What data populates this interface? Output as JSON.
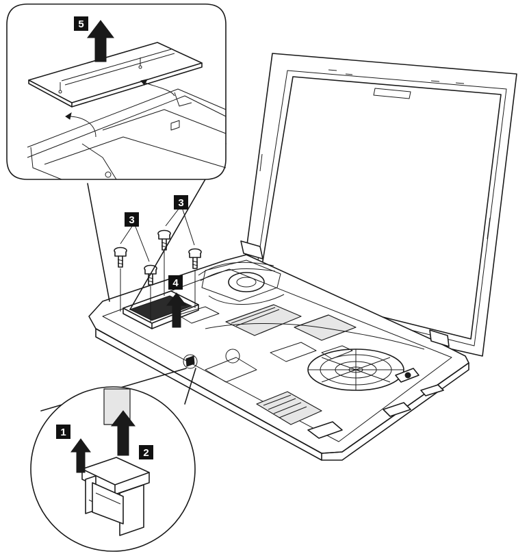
{
  "steps": {
    "step1": "1",
    "step2": "2",
    "step3a": "3",
    "step3b": "3",
    "step4": "4",
    "step5": "5"
  },
  "colors": {
    "line": "#1a1a1a",
    "label_bg": "#111111",
    "label_text": "#ffffff",
    "background": "#ffffff"
  },
  "icons": {
    "arrow": "up-arrow-icon",
    "screw": "screw-icon"
  }
}
